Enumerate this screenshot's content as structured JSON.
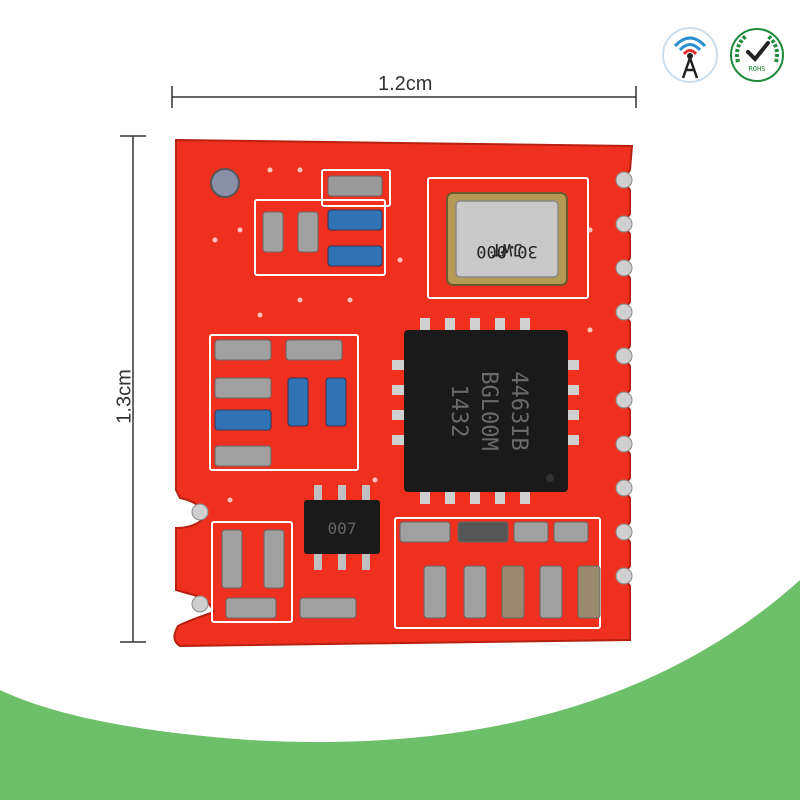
{
  "dimensions": {
    "width_label": "1.2cm",
    "height_label": "1.3cm"
  },
  "crystal": {
    "line1": "30.000",
    "line2": "JWT"
  },
  "chip": {
    "line1": "4463IB",
    "line2": "BGL00M",
    "line3": "1432"
  },
  "transistor": {
    "label": "007"
  },
  "badges": {
    "wireless_icon": "wireless-antenna-icon",
    "rohs_icon": "rohs-check-icon",
    "rohs_text": "ROHS"
  },
  "colors": {
    "background_green": "#6dbf6a",
    "pcb_red": "#f0301e",
    "chip_black": "#1a1a1a"
  }
}
